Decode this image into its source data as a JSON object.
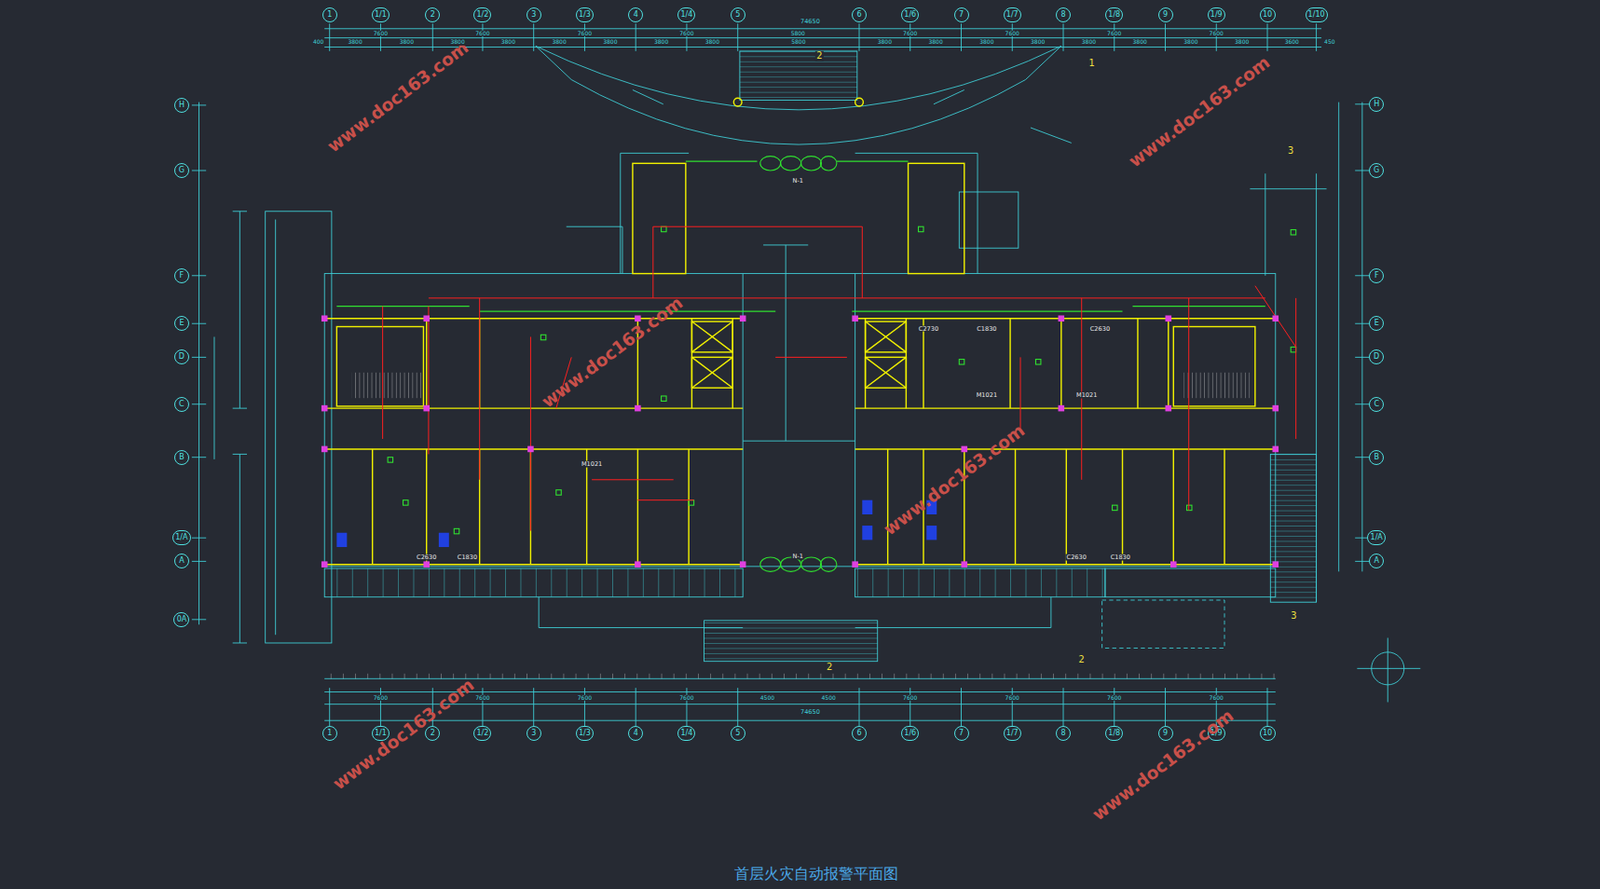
{
  "diagram": {
    "title": "首层火灾自动报警平面图",
    "nodes": [
      {
        "text": [
          "1"
        ]
      },
      {
        "text": [
          "1/1"
        ]
      },
      {
        "text": [
          "2"
        ]
      },
      {
        "text": [
          "1/2"
        ]
      },
      {
        "text": [
          "3"
        ]
      },
      {
        "text": [
          "1/3"
        ]
      },
      {
        "text": [
          "4"
        ]
      },
      {
        "text": [
          "1/4"
        ]
      },
      {
        "text": [
          "5"
        ]
      },
      {
        "text": [
          "6"
        ]
      },
      {
        "text": [
          "1/6"
        ]
      },
      {
        "text": [
          "7"
        ]
      },
      {
        "text": [
          "1/7"
        ]
      },
      {
        "text": [
          "8"
        ]
      },
      {
        "text": [
          "1/8"
        ]
      },
      {
        "text": [
          "9"
        ]
      },
      {
        "text": [
          "1/9"
        ]
      },
      {
        "text": [
          "10"
        ]
      },
      {
        "text": [
          "1/10"
        ]
      },
      {
        "text": [
          "H"
        ]
      },
      {
        "text": [
          "G"
        ]
      },
      {
        "text": [
          "F"
        ]
      },
      {
        "text": [
          "E"
        ]
      },
      {
        "text": [
          "D"
        ]
      },
      {
        "text": [
          "C"
        ]
      },
      {
        "text": [
          "B"
        ]
      },
      {
        "text": [
          "1/A"
        ]
      },
      {
        "text": [
          "A"
        ]
      },
      {
        "text": [
          "0A"
        ]
      },
      {
        "text": [
          "H"
        ]
      },
      {
        "text": [
          "G"
        ]
      },
      {
        "text": [
          "F"
        ]
      },
      {
        "text": [
          "E"
        ]
      },
      {
        "text": [
          "D"
        ]
      },
      {
        "text": [
          "C"
        ]
      },
      {
        "text": [
          "B"
        ]
      },
      {
        "text": [
          "1/A"
        ]
      },
      {
        "text": [
          "A"
        ]
      },
      {
        "text": [
          "1"
        ]
      },
      {
        "text": [
          "1/1"
        ]
      },
      {
        "text": [
          "2"
        ]
      },
      {
        "text": [
          "1/2"
        ]
      },
      {
        "text": [
          "3"
        ]
      },
      {
        "text": [
          "1/3"
        ]
      },
      {
        "text": [
          "4"
        ]
      },
      {
        "text": [
          "1/4"
        ]
      },
      {
        "text": [
          "5"
        ]
      },
      {
        "text": [
          "6"
        ]
      },
      {
        "text": [
          "1/6"
        ]
      },
      {
        "text": [
          "7"
        ]
      },
      {
        "text": [
          "1/7"
        ]
      },
      {
        "text": [
          "8"
        ]
      },
      {
        "text": [
          "1/8"
        ]
      },
      {
        "text": [
          "9"
        ]
      },
      {
        "text": [
          "1/9"
        ]
      },
      {
        "text": [
          "10"
        ]
      }
    ],
    "labels": [
      "www.doc163.com",
      "www.doc163.com",
      "www.doc163.com",
      "www.doc163.com",
      "www.doc163.com",
      "www.doc163.com",
      "74650",
      "74650",
      "400",
      "3800",
      "3800",
      "3800",
      "3800",
      "3800",
      "3800",
      "3800",
      "3800",
      "5800",
      "3800",
      "3800",
      "3800",
      "3800",
      "3800",
      "3800",
      "3800",
      "3800",
      "3600",
      "450",
      "7600",
      "7600",
      "7600",
      "7600",
      "5800",
      "7600",
      "7600",
      "7600",
      "7600",
      "7600",
      "7600",
      "7600",
      "7600",
      "4500",
      "4500",
      "7600",
      "7600",
      "7600",
      "7600",
      "2",
      "1",
      "3",
      "2",
      "2",
      "3",
      "N-1",
      "N-1",
      "C2730",
      "C1830",
      "C2630",
      "M1021",
      "M1021",
      "C2630",
      "C1830",
      "C2630",
      "C1830",
      "M1021"
    ]
  }
}
